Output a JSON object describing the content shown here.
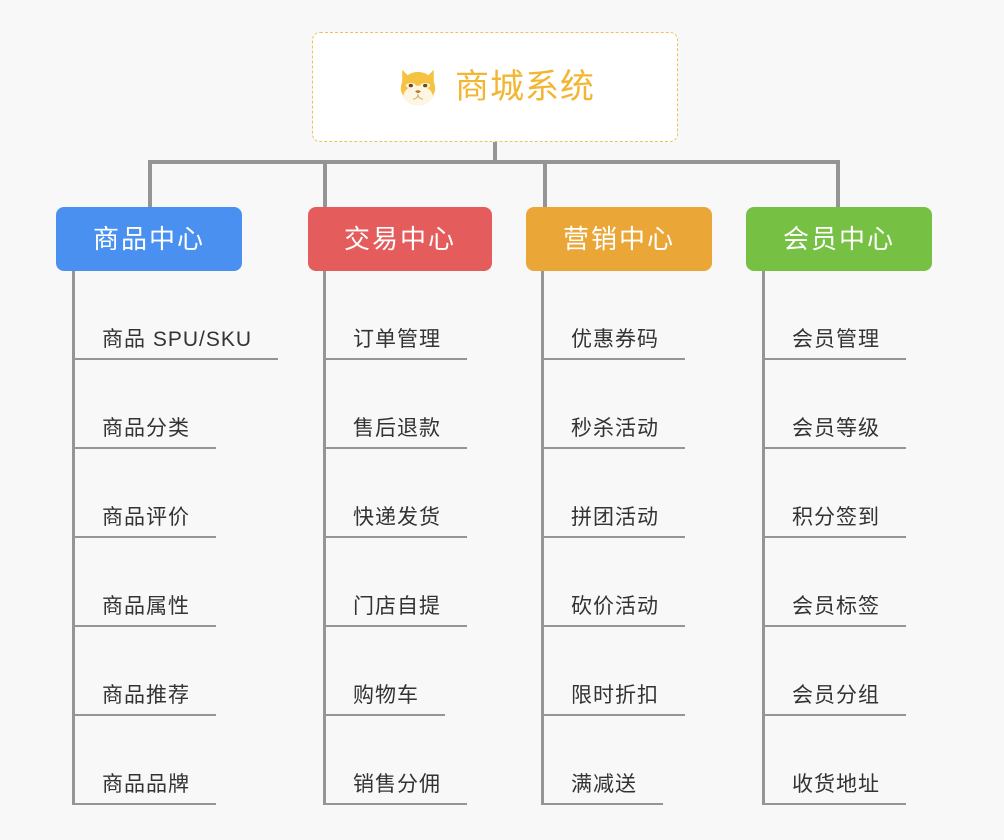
{
  "diagram": {
    "background_color": "#f8f8f8",
    "root": {
      "title": "商城系统",
      "icon": "shiba-dog-face-icon",
      "text_color": "#f2b633",
      "border_color": "#eec15a",
      "background_color": "#ffffff"
    },
    "connector_color": "#959595",
    "columns": [
      {
        "label": "商品中心",
        "color": "#4a90f0",
        "items": [
          "商品 SPU/SKU",
          "商品分类",
          "商品评价",
          "商品属性",
          "商品推荐",
          "商品品牌"
        ]
      },
      {
        "label": "交易中心",
        "color": "#e45c5c",
        "items": [
          "订单管理",
          "售后退款",
          "快递发货",
          "门店自提",
          "购物车",
          "销售分佣"
        ]
      },
      {
        "label": "营销中心",
        "color": "#eaa737",
        "items": [
          "优惠券码",
          "秒杀活动",
          "拼团活动",
          "砍价活动",
          "限时折扣",
          "满减送"
        ]
      },
      {
        "label": "会员中心",
        "color": "#76c044",
        "items": [
          "会员管理",
          "会员等级",
          "积分签到",
          "会员标签",
          "会员分组",
          "收货地址"
        ]
      }
    ]
  }
}
